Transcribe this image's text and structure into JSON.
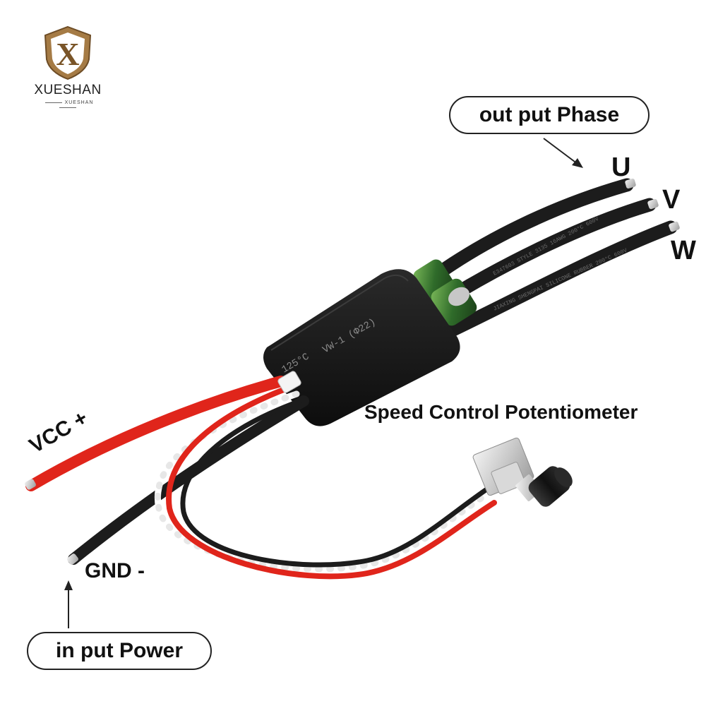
{
  "logo": {
    "brand": "XUESHAN",
    "sub": "XUESHAN",
    "mark": "X"
  },
  "labels": {
    "output_phase": "out put Phase",
    "phase_u": "U",
    "phase_v": "V",
    "phase_w": "W",
    "speed_control": "Speed Control Potentiometer",
    "vcc": "VCC +",
    "gnd": "GND -",
    "input_power": "in put Power"
  },
  "device_print": {
    "temp": "125°C",
    "rating": "VW-1 (Φ22)",
    "wire_print_1": "E347603 STYLE 3135 16AWG 200°C 600V",
    "wire_print_2": "JIAXING SHENGPAI SILICONE RUBBER 200°C 600V"
  },
  "colors": {
    "red_wire": "#e0251b",
    "black_wire": "#1c1c1c",
    "housing": "#161616",
    "capacitor": "#2f6b2a",
    "logo_gold": "#a57b45"
  }
}
